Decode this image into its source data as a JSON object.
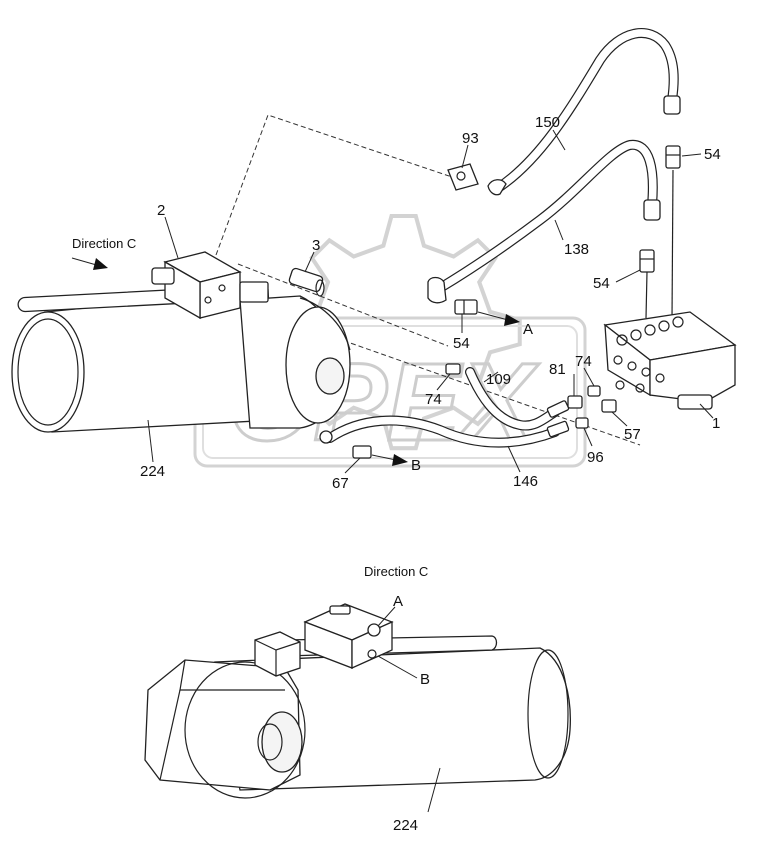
{
  "diagram": {
    "callouts": {
      "c93": "93",
      "c150": "150",
      "c54a": "54",
      "c2": "2",
      "direction_c": "Direction C",
      "c3": "3",
      "c138": "138",
      "c54b": "54",
      "c54c": "54",
      "arrow_a": "A",
      "c81": "81",
      "c74a": "74",
      "c109": "109",
      "c74b": "74",
      "c1": "1",
      "c57": "57",
      "c96": "96",
      "c224a": "224",
      "c67": "67",
      "arrow_b": "B",
      "c146": "146"
    },
    "detail_view": {
      "title": "Direction C",
      "port_a": "A",
      "port_b": "B",
      "c224": "224"
    },
    "watermark": "OPEX"
  }
}
